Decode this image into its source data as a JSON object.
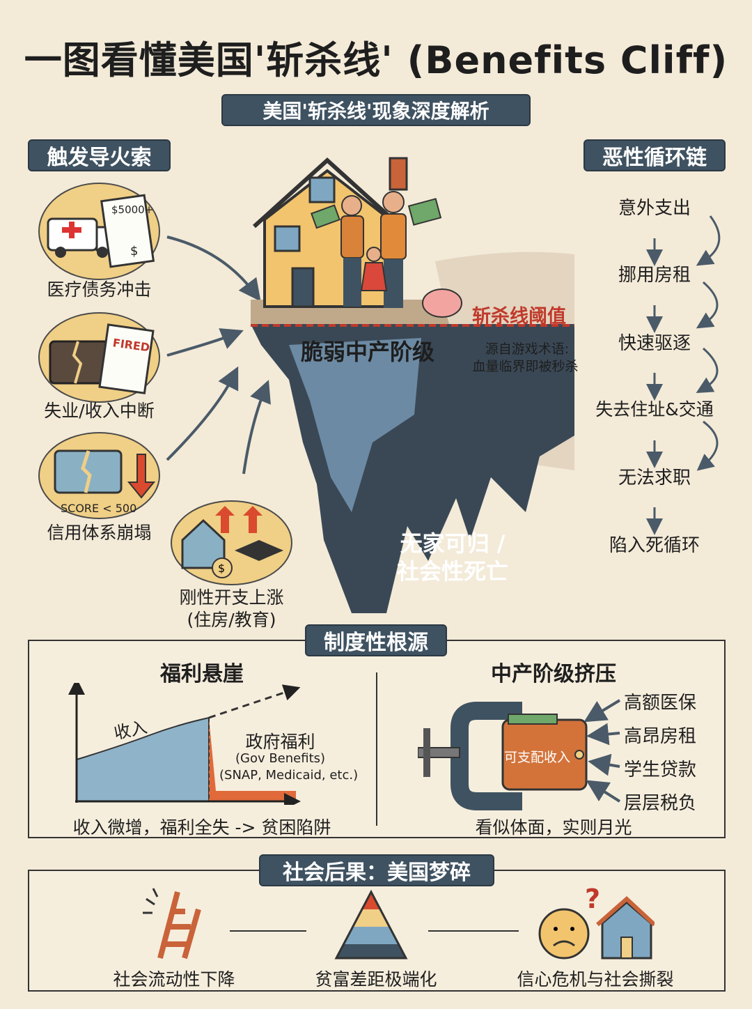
{
  "title": "一图看懂美国'斩杀线' (Benefits Cliff)",
  "subtitle": "美国'斩杀线'现象深度解析",
  "triggers": {
    "header": "触发导火索",
    "items": [
      {
        "label": "医疗债务冲击",
        "icon": "ambulance-bill-icon",
        "bill_text": "$5000+",
        "dollar": "$"
      },
      {
        "label": "失业/收入中断",
        "icon": "broken-briefcase-fired-icon",
        "badge": "FIRED"
      },
      {
        "label": "信用体系崩塌",
        "icon": "broken-credit-card-icon",
        "score": "SCORE < 500"
      },
      {
        "label": "刚性开支上涨",
        "sub": "(住房/教育)",
        "icon": "house-graduation-cap-icon",
        "dollar": "$"
      }
    ]
  },
  "center": {
    "threshold_label": "斩杀线阈值",
    "group_label": "脆弱中产阶级",
    "origin_line1": "源自游戏术语:",
    "origin_line2": "血量临界即被秒杀",
    "fall_line1": "无家可归 /",
    "fall_line2": "社会性死亡",
    "threshold_color": "#c0392b"
  },
  "cycle": {
    "header": "恶性循环链",
    "steps": [
      "意外支出",
      "挪用房租",
      "快速驱逐",
      "失去住址&交通",
      "无法求职",
      "陷入死循环"
    ]
  },
  "roots": {
    "header": "制度性根源",
    "cliff": {
      "title": "福利悬崖",
      "income_label": "收入",
      "benefit_label": "政府福利",
      "benefit_en": "(Gov Benefits)",
      "benefit_examples": "(SNAP, Medicaid, etc.)",
      "caption": "收入微增，福利全失 -> 贫困陷阱"
    },
    "squeeze": {
      "title": "中产阶级挤压",
      "wallet_label": "可支配收入",
      "pressures": [
        "高额医保",
        "高昂房租",
        "学生贷款",
        "层层税负"
      ],
      "caption": "看似体面，实则月光"
    }
  },
  "consequences": {
    "header": "社会后果：美国梦碎",
    "items": [
      {
        "label": "社会流动性下降",
        "icon": "broken-ladder-icon"
      },
      {
        "label": "贫富差距极端化",
        "icon": "pyramid-icon"
      },
      {
        "label": "信心危机与社会撕裂",
        "icon": "worried-face-house-icon",
        "mark": "?"
      }
    ]
  }
}
